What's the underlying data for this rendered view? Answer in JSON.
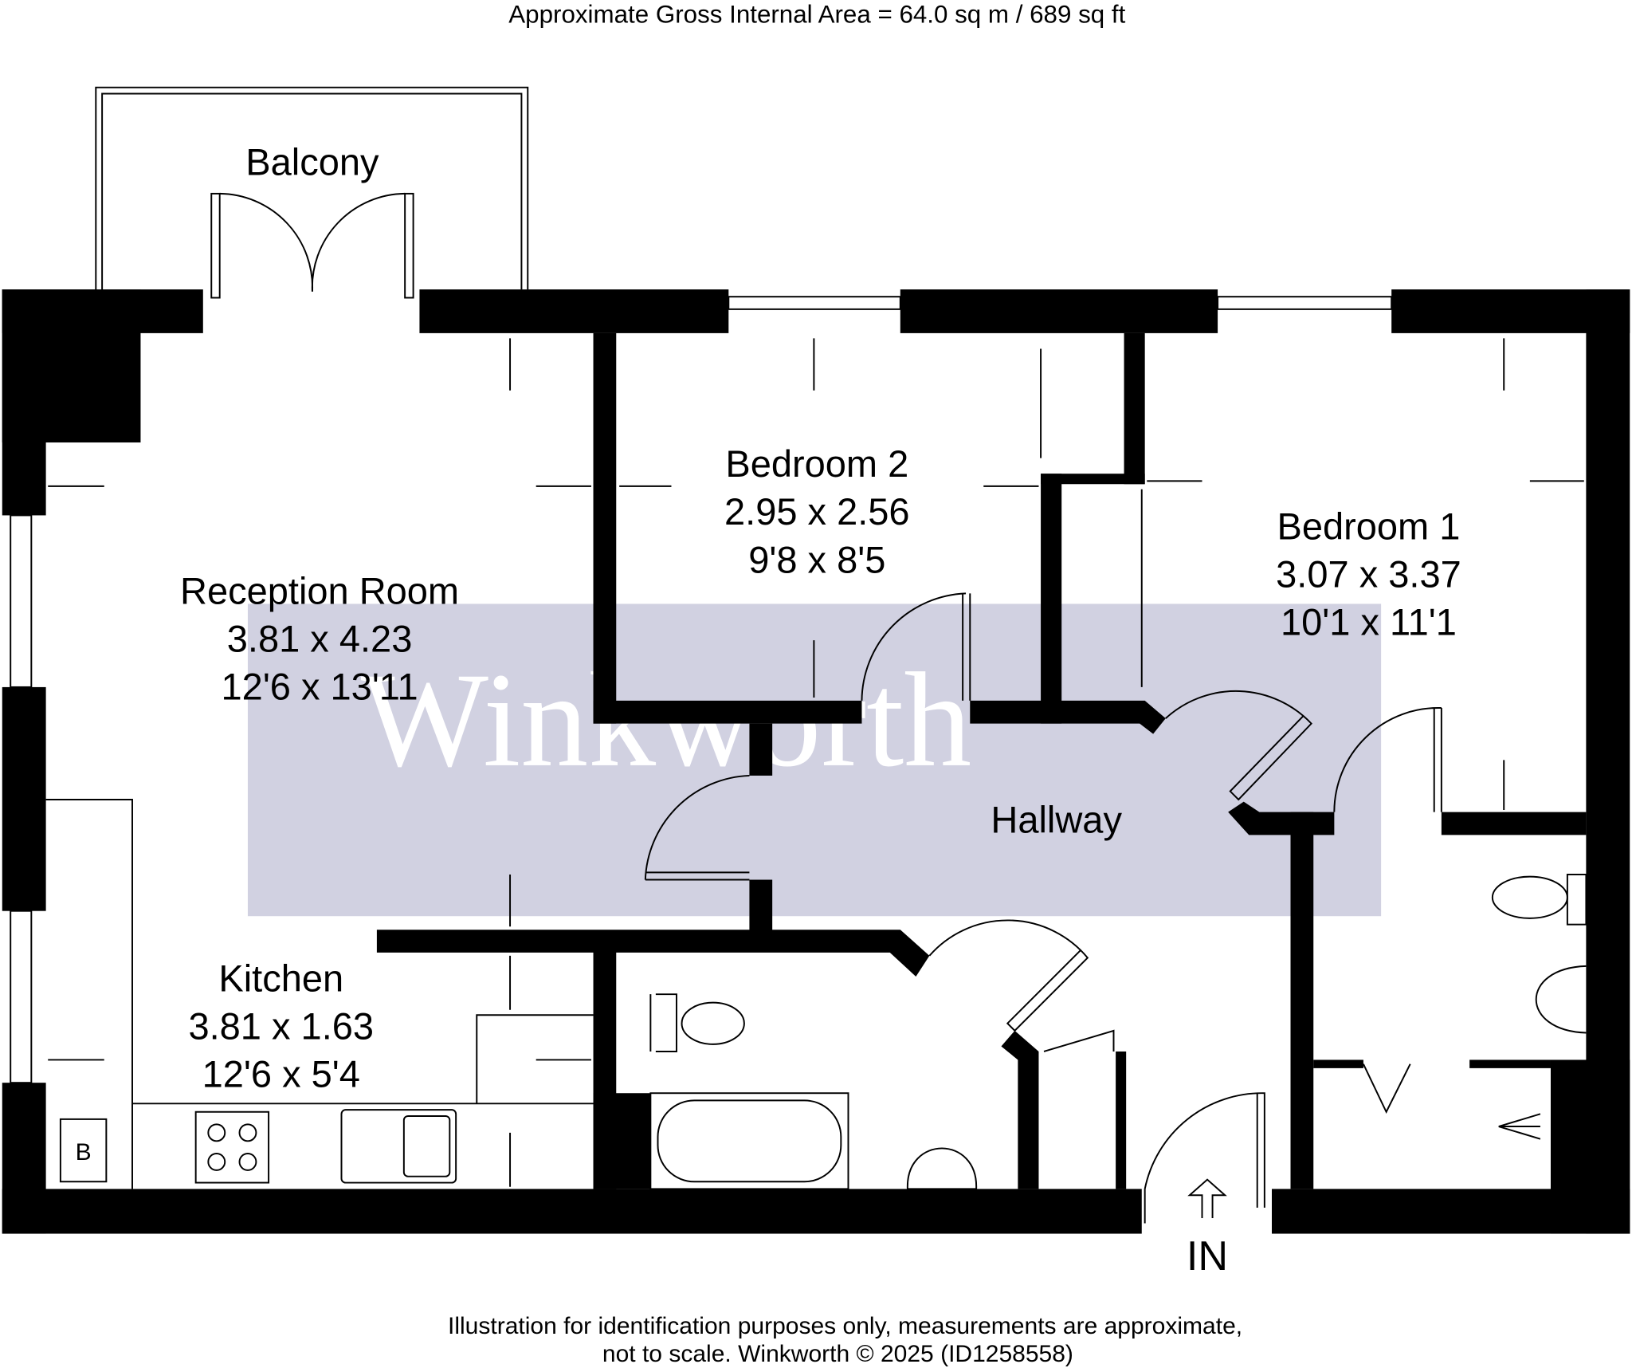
{
  "header": {
    "area": "Approximate Gross Internal Area = 64.0 sq m / 689 sq ft"
  },
  "rooms": {
    "balcony": {
      "name": "Balcony"
    },
    "reception": {
      "name": "Reception Room",
      "metric": "3.81 x 4.23",
      "imperial": "12'6 x 13'11"
    },
    "bedroom2": {
      "name": "Bedroom 2",
      "metric": "2.95 x 2.56",
      "imperial": "9'8 x 8'5"
    },
    "bedroom1": {
      "name": "Bedroom 1",
      "metric": "3.07 x 3.37",
      "imperial": "10'1 x 11'1"
    },
    "hallway": {
      "name": "Hallway"
    },
    "kitchen": {
      "name": "Kitchen",
      "metric": "3.81 x 1.63",
      "imperial": "12'6 x 5'4"
    }
  },
  "boiler_label": "B",
  "entrance_label": "IN",
  "watermark": "Winkworth",
  "watermark_color": "#c9c9dc",
  "footer": {
    "line1": "Illustration for identification purposes only, measurements are approximate,",
    "line2": "not to scale. Winkworth © 2025 (ID1258558)"
  }
}
